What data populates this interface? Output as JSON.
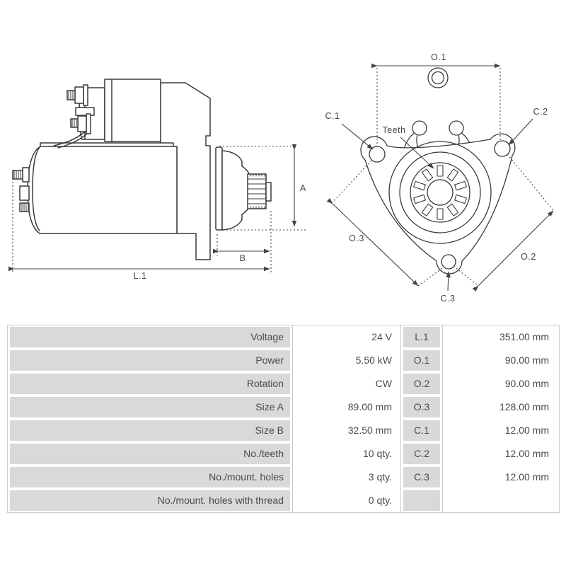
{
  "drawings": {
    "side_view": {
      "dim_a": "A",
      "dim_b": "B",
      "dim_l1": "L.1"
    },
    "front_view": {
      "dim_o1": "O.1",
      "dim_o2": "O.2",
      "dim_o3": "O.3",
      "dim_c1": "C.1",
      "dim_c2": "C.2",
      "dim_c3": "C.3",
      "teeth_label": "Teeth"
    }
  },
  "spec_table": {
    "rows": [
      {
        "label": "Voltage",
        "value": "24 V",
        "dim": "L.1",
        "dim_value": "351.00 mm"
      },
      {
        "label": "Power",
        "value": "5.50 kW",
        "dim": "O.1",
        "dim_value": "90.00 mm"
      },
      {
        "label": "Rotation",
        "value": "CW",
        "dim": "O.2",
        "dim_value": "90.00 mm"
      },
      {
        "label": "Size A",
        "value": "89.00 mm",
        "dim": "O.3",
        "dim_value": "128.00 mm"
      },
      {
        "label": "Size B",
        "value": "32.50 mm",
        "dim": "C.1",
        "dim_value": "12.00 mm"
      },
      {
        "label": "No./teeth",
        "value": "10 qty.",
        "dim": "C.2",
        "dim_value": "12.00 mm"
      },
      {
        "label": "No./mount. holes",
        "value": "3 qty.",
        "dim": "C.3",
        "dim_value": "12.00 mm"
      },
      {
        "label": "No./mount. holes with thread",
        "value": "0 qty.",
        "dim": "",
        "dim_value": ""
      }
    ]
  },
  "colors": {
    "background": "#ffffff",
    "label_cell_bg": "#d9d9d9",
    "table_border": "#cccccc",
    "table_text": "#4a4a4a",
    "drawing_line": "#3a3a3a",
    "dimension_line": "#444444"
  }
}
